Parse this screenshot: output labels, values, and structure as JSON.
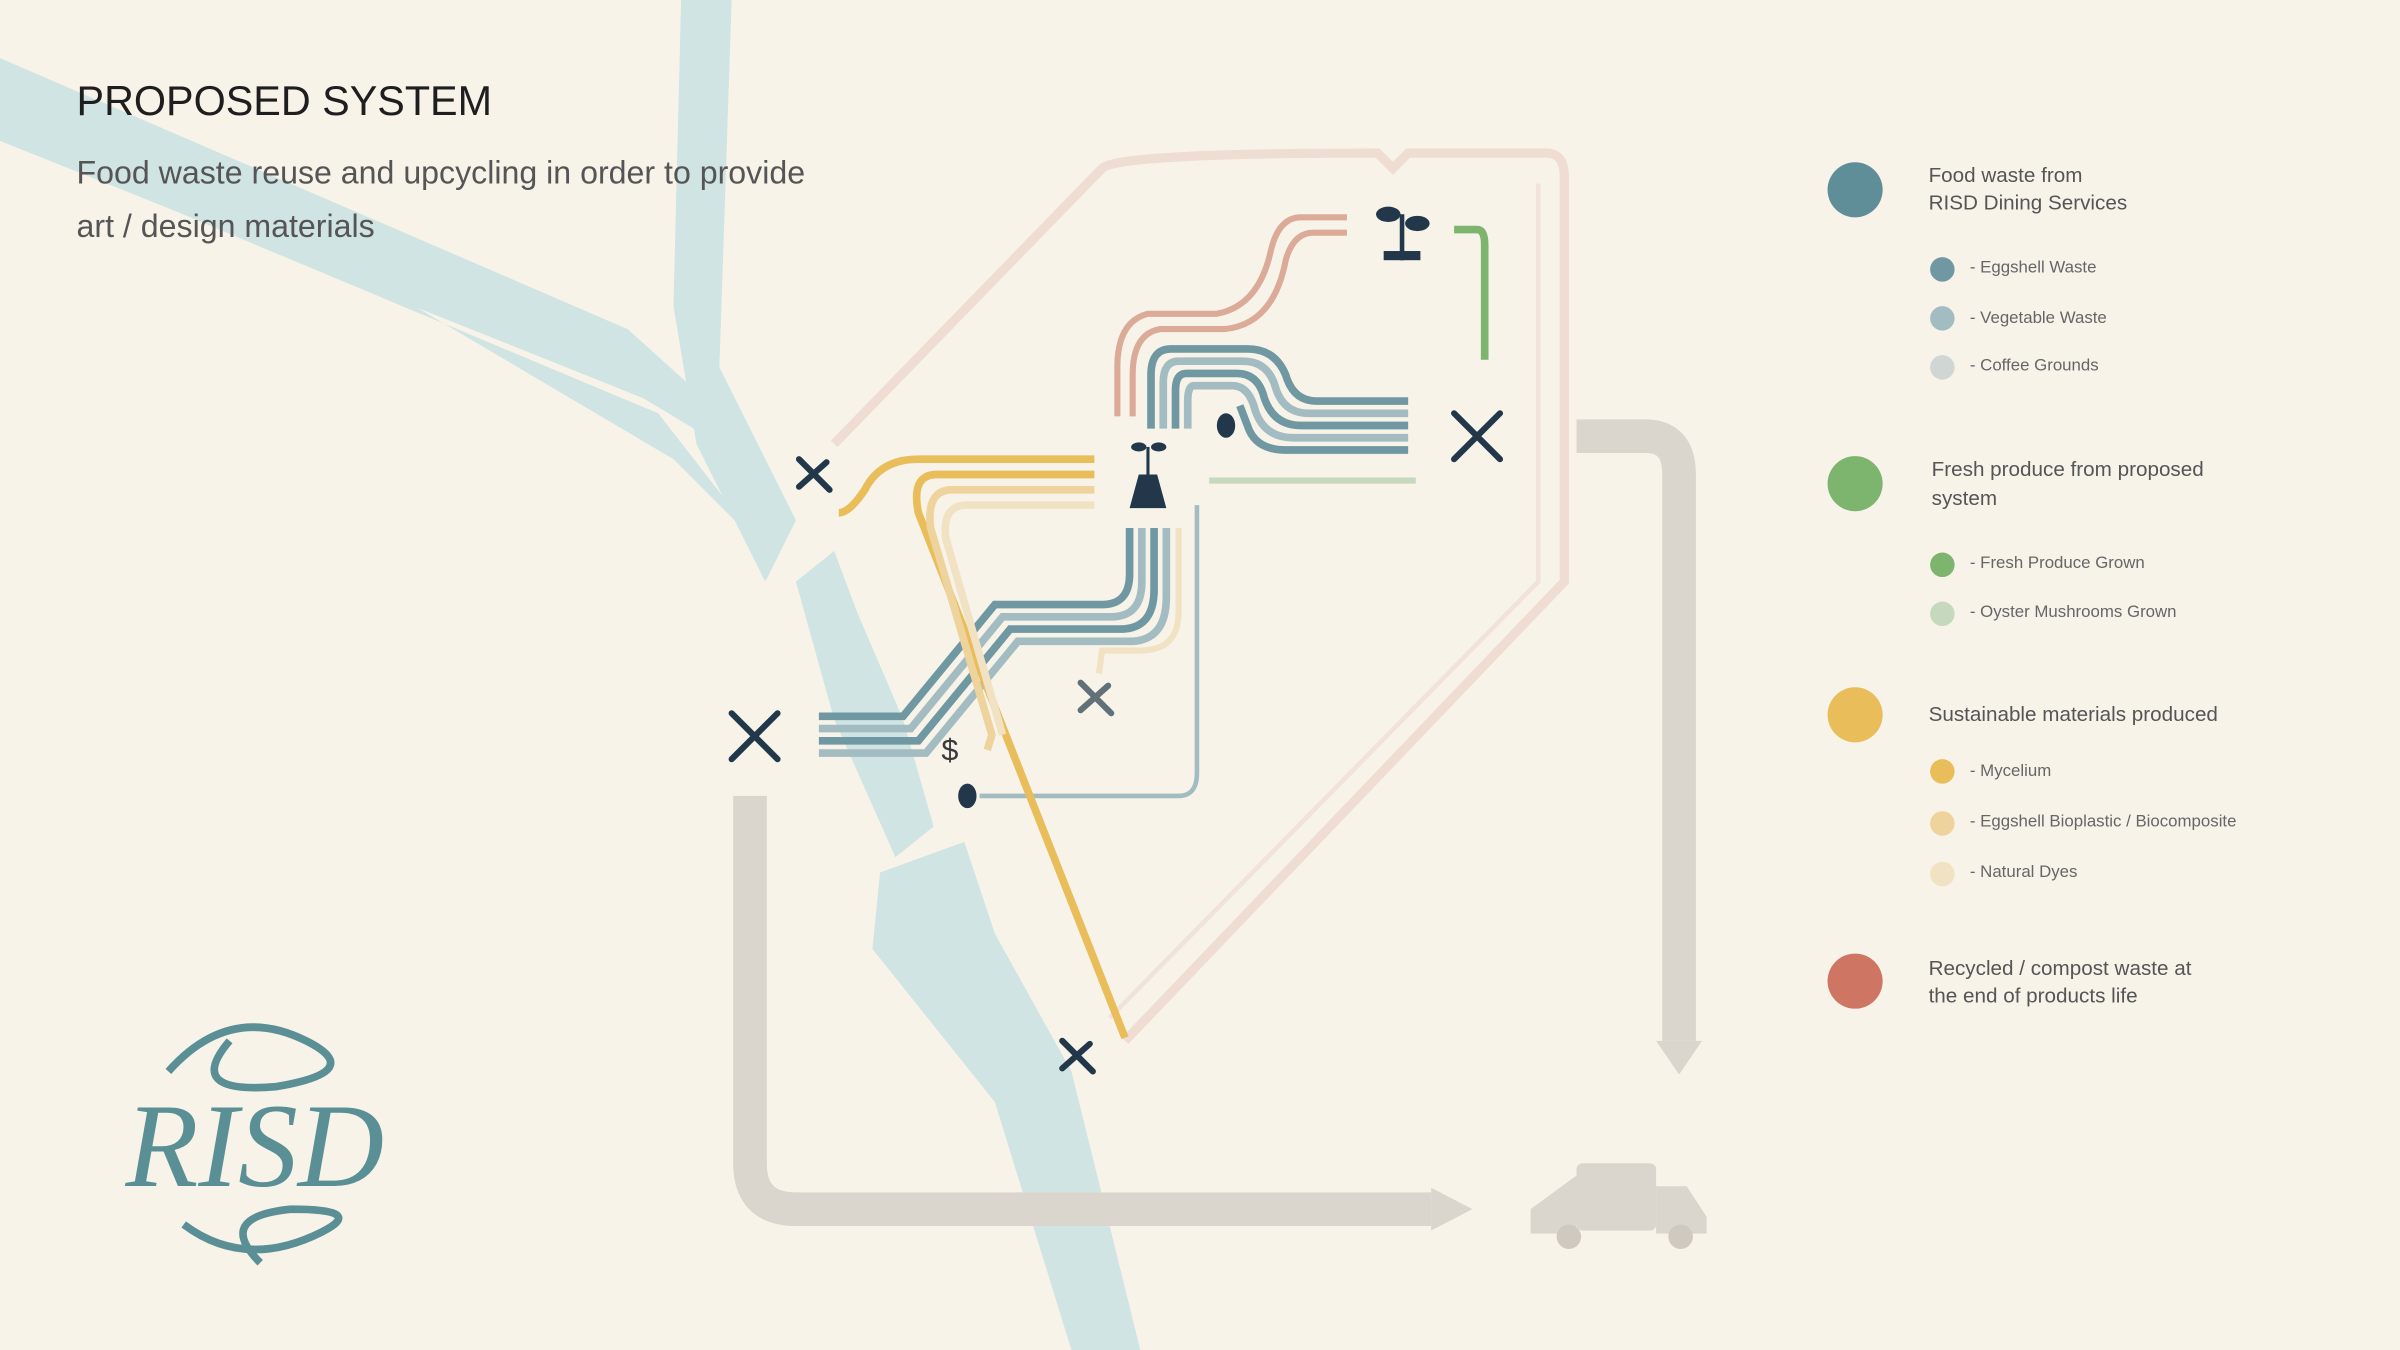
{
  "header": {
    "title": "PROPOSED SYSTEM",
    "subtitle_line1": "Food waste reuse and upcycling in order to provide",
    "subtitle_line2": "art / design materials"
  },
  "logo": {
    "text": "RISD"
  },
  "legend": {
    "groups": [
      {
        "label_line1": "Food waste from",
        "label_line2": "RISD Dining Services",
        "color": "#5f8d98",
        "items": [
          {
            "label": "- Eggshell Waste",
            "color": "#6f98a2"
          },
          {
            "label": "- Vegetable Waste",
            "color": "#a3bcc2"
          },
          {
            "label": "- Coffee Grounds",
            "color": "#cfd6d4"
          }
        ]
      },
      {
        "label_line1": "Fresh produce from proposed",
        "label_line2": "system",
        "color": "#7db56e",
        "items": [
          {
            "label": "- Fresh Produce Grown",
            "color": "#7db56e"
          },
          {
            "label": "- Oyster Mushrooms Grown",
            "color": "#c6d9bd"
          }
        ]
      },
      {
        "label_line1": "Sustainable materials produced",
        "label_line2": "",
        "color": "#e8bd5a",
        "items": [
          {
            "label": "- Mycelium",
            "color": "#e8bd5a"
          },
          {
            "label": "- Eggshell Bioplastic / Biocomposite",
            "color": "#eed39d"
          },
          {
            "label": "- Natural Dyes",
            "color": "#f0e2c2"
          }
        ]
      },
      {
        "label_line1": "Recycled / compost waste at",
        "label_line2": "the end of products life",
        "color": "#cf7563",
        "items": []
      }
    ]
  },
  "diagram": {
    "icons": [
      "fork-knife-icon",
      "hammer-icon",
      "plant-icon",
      "seedling-flask-icon",
      "coffee-bean-icon",
      "dollar-icon",
      "garbage-truck-icon"
    ],
    "dollar_symbol": "$"
  }
}
